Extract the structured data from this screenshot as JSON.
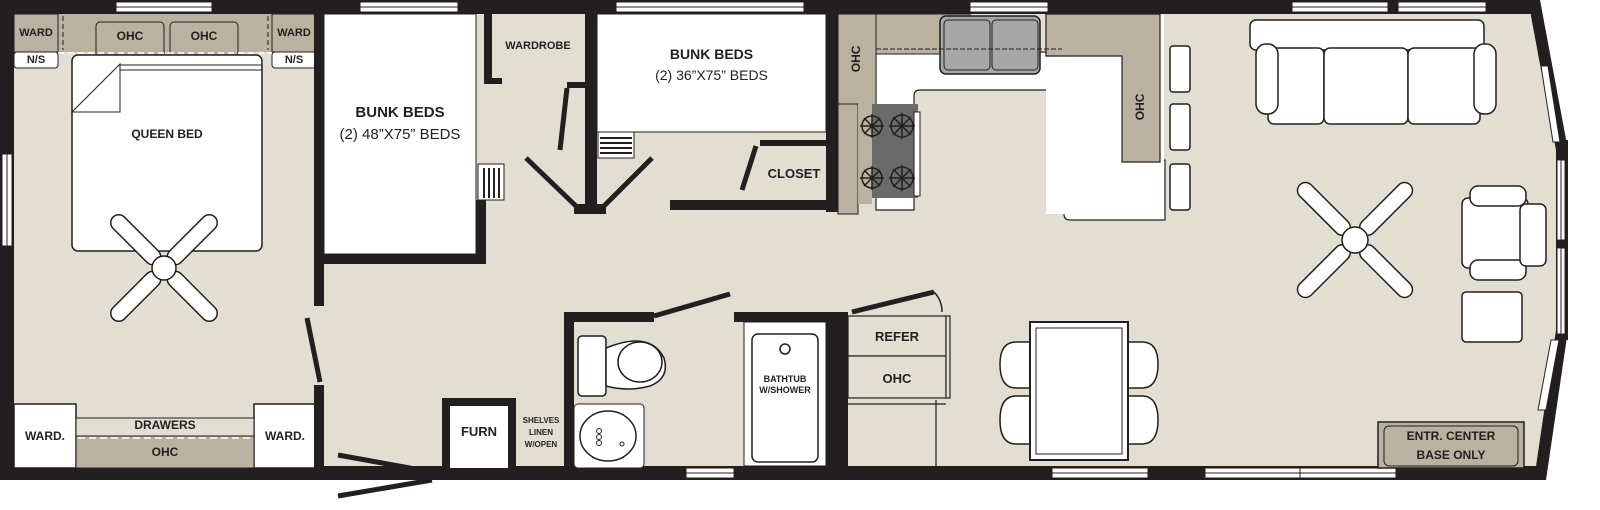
{
  "colors": {
    "wall": "#231f20",
    "floor": "#e2dfd2",
    "cabinet": "#bab2a0",
    "furniture": "#ffffff",
    "sink": "#a7a7a7",
    "range": "#6a6a6a"
  },
  "rooms": {
    "master_bedroom": {
      "ward_left": "WARD",
      "ward_right": "WARD",
      "ns_left": "N/S",
      "ns_right": "N/S",
      "ohc_left": "OHC",
      "ohc_right": "OHC",
      "bed": "QUEEN BED",
      "ward_bottom_left": "WARD.",
      "ward_bottom_right": "WARD.",
      "drawers": "DRAWERS",
      "ohc_bottom": "OHC"
    },
    "bunk_room_1": {
      "title": "BUNK BEDS",
      "size": "(2) 48”X75” BEDS"
    },
    "hall": {
      "wardrobe": "WARDROBE",
      "furnace": "FURN",
      "shelves": [
        "SHELVES",
        "LINEN",
        "W/OPEN"
      ]
    },
    "bunk_room_2": {
      "title": "BUNK BEDS",
      "size": "(2) 36”X75” BEDS",
      "closet": "CLOSET"
    },
    "bathroom": {
      "tub": [
        "BATHTUB",
        "W/SHOWER"
      ]
    },
    "kitchen": {
      "ohc_left": "OHC",
      "ohc_right": "OHC",
      "refer": "REFER",
      "ohc_below_refer": "OHC"
    },
    "living": {
      "entertainment": [
        "ENTR. CENTER",
        "BASE ONLY"
      ]
    }
  }
}
